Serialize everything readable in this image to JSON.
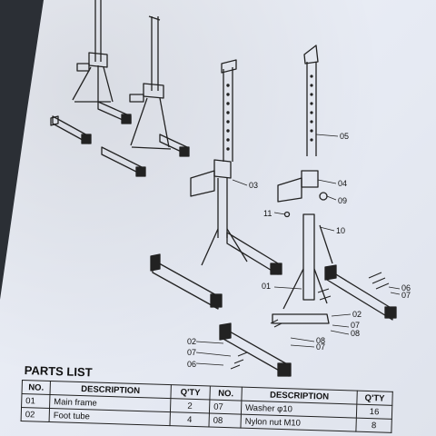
{
  "callouts": [
    "05",
    "04",
    "09",
    "03",
    "11",
    "10",
    "01",
    "02",
    "07",
    "08",
    "06"
  ],
  "parts_list": {
    "title": "PARTS LIST",
    "headers": [
      "NO.",
      "DESCRIPTION",
      "Q'TY",
      "NO.",
      "DESCRIPTION",
      "Q'TY"
    ],
    "rows": [
      [
        "01",
        "Main frame",
        "2",
        "07",
        "Washer φ10",
        "16"
      ],
      [
        "02",
        "Foot tube",
        "4",
        "08",
        "Nylon nut M10",
        "8"
      ]
    ]
  }
}
